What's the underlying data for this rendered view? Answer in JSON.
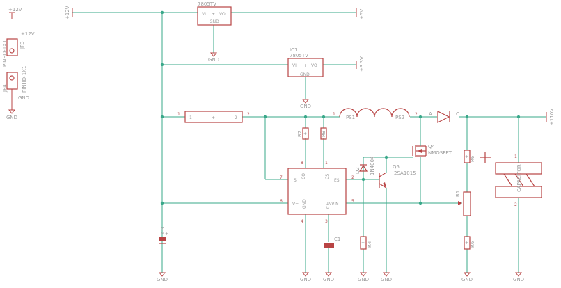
{
  "labels": {
    "p12v_left": "+12V",
    "jp3_rail": "+12V",
    "jp3_name": "JP3",
    "jp3_pkg": "PINHD-1X1",
    "jp4_name": "JP4",
    "jp4_pkg": "PINHD-1X1",
    "jp4_gnd": "GND",
    "gnd_left": "GND",
    "p12v_top": "+12V",
    "ic_top_name": "7805TV",
    "ic_top_gnd": "GND",
    "ic_top_vi": "VI",
    "ic_top_vo": "VO",
    "p5v": "+5V",
    "gnd_ic_top": "GND",
    "ic1_name": "IC1",
    "ic1_part": "7805TV",
    "ic1_vi": "VI",
    "ic1_vo": "VO",
    "ic1_gnd": "GND",
    "p33v": "+3.3V",
    "gnd_ic1": "GND",
    "r_series_pin1": "1",
    "r_series_pin2": "2",
    "l_ps1": "PS1",
    "l_ps2": "PS2",
    "d_a": "A",
    "d_c": "C",
    "p110v": "+110V",
    "r2": "R2",
    "r3": "R3",
    "q4": "Q4",
    "q4_type": "NMOSFET",
    "d2": "D2",
    "d2_part": "1N4004",
    "q5": "Q5",
    "q5_part": "2SA1015",
    "r6a": "R6",
    "r1": "R1",
    "cap_label": "CAPACITOR",
    "r6b": "R6",
    "r4": "R4",
    "c1": "C1",
    "u_si": "SI",
    "u_co": "CO",
    "u_cs": "CS",
    "u_es": "ES",
    "u_vplus": "V+",
    "u_gnd": "GND",
    "u_ct": "CT",
    "u_inv": "INVIN",
    "pin_8": "8",
    "pin_1": "1",
    "pin_7": "7",
    "pin_2": "2",
    "pin_6": "6",
    "pin_5": "5",
    "pin_4": "4",
    "pin_3": "3",
    "gnd1": "GND",
    "gnd2": "GND",
    "gnd3": "GND",
    "gnd4": "GND",
    "gnd5": "GND",
    "gnd6": "GND",
    "gnd7": "GND",
    "c_left": "C3",
    "plus_sign": "+"
  }
}
